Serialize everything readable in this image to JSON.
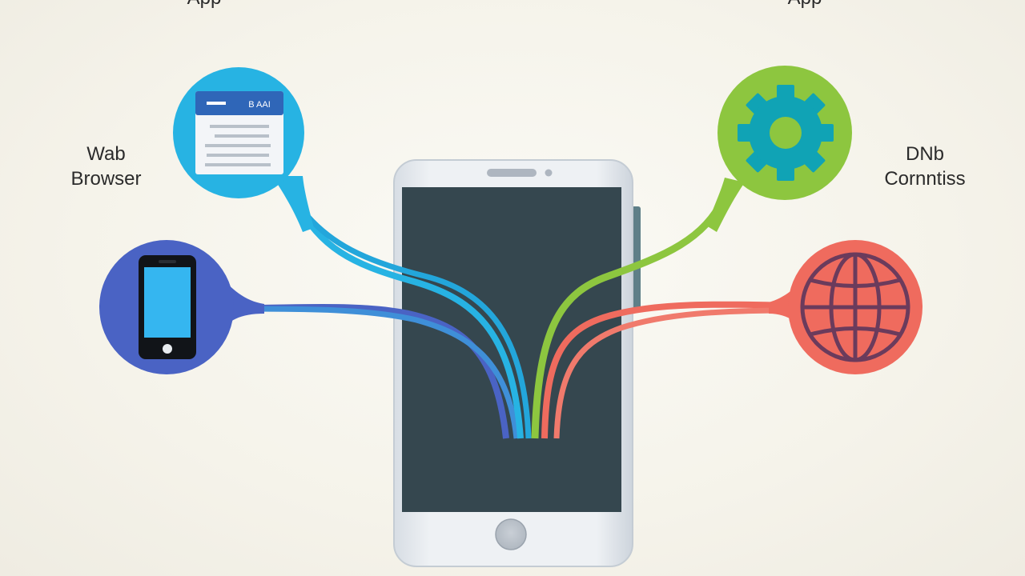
{
  "labels": {
    "top_left": "App",
    "top_right": "App",
    "web_browser_line1": "Wab",
    "web_browser_line2": "Browser",
    "right_line1": "DNb",
    "right_line2": "Cornntiss"
  },
  "browser_card": {
    "header_text": "B AAI"
  },
  "icons": {
    "browser": "browser-window-icon",
    "phone": "smartphone-icon",
    "gear": "gear-icon",
    "globe": "globe-icon"
  },
  "colors": {
    "cyan": "#27b3e3",
    "blue": "#4a63c4",
    "green": "#8dc63f",
    "coral": "#ef6b5e",
    "phone_screen": "#35474f",
    "phone_body": "#e3e8ee",
    "globe_stroke": "#6b3b5c",
    "gear_fill": "#10a3b5"
  }
}
